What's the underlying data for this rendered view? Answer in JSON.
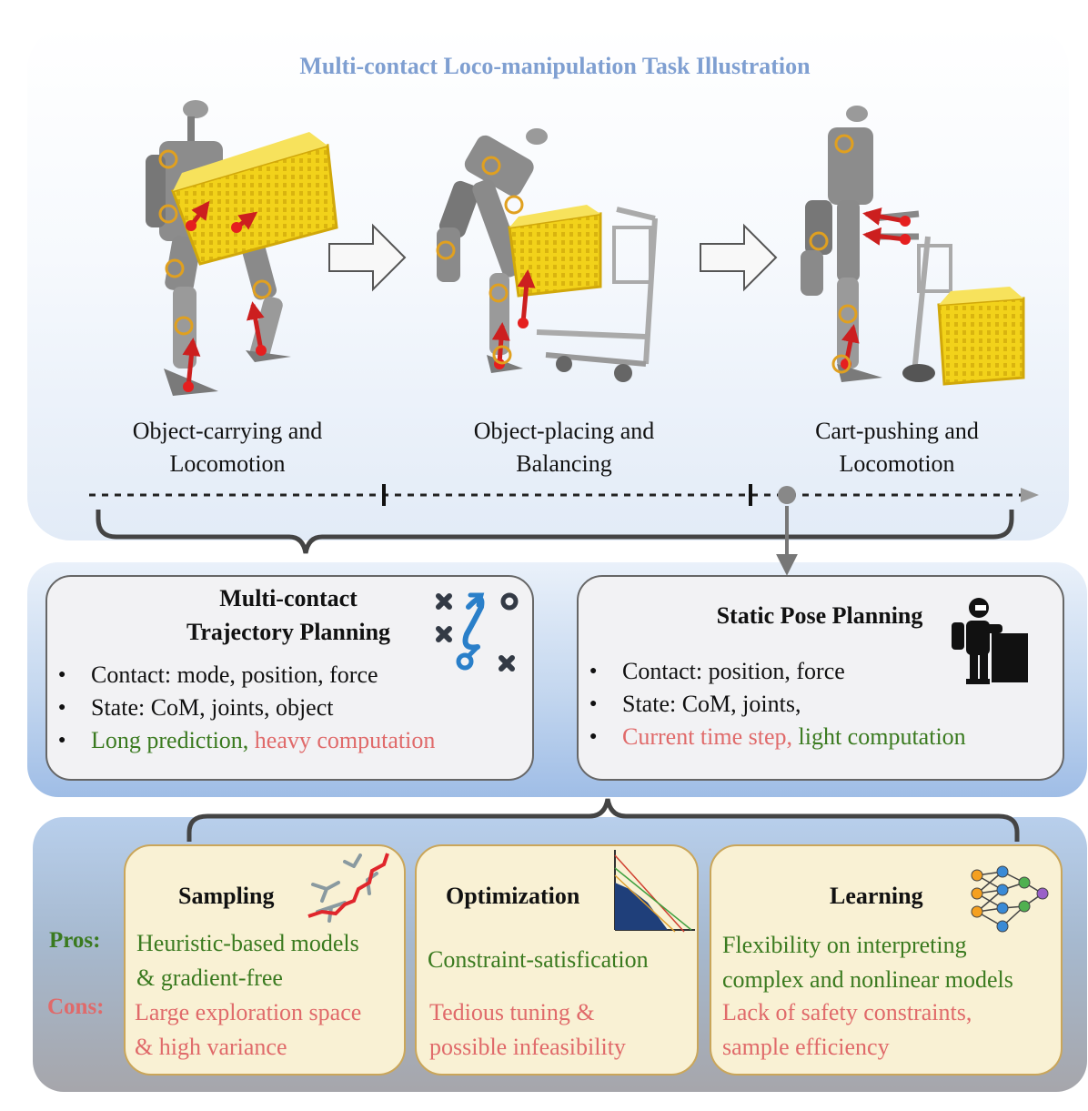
{
  "title": "Multi-contact Loco-manipulation Task Illustration",
  "phases": [
    {
      "line1": "Object-carrying and",
      "line2": "Locomotion"
    },
    {
      "line1": "Object-placing and",
      "line2": "Balancing"
    },
    {
      "line1": "Cart-pushing and",
      "line2": "Locomotion"
    }
  ],
  "trajectory_card": {
    "title_line1": "Multi-contact",
    "title_line2": "Trajectory Planning",
    "bullet1": "Contact: mode, position, force",
    "bullet2": "State: CoM, joints, object",
    "bullet3_green": "Long prediction, ",
    "bullet3_red": "heavy computation"
  },
  "static_card": {
    "title": "Static Pose Planning",
    "bullet1": "Contact: position, force",
    "bullet2": "State: CoM, joints,",
    "bullet3_red": "Current time step, ",
    "bullet3_green": "light computation"
  },
  "labels": {
    "pros": "Pros:",
    "cons": "Cons:"
  },
  "methods": [
    {
      "title": "Sampling",
      "pros1": "Heuristic-based models",
      "pros2": "& gradient-free",
      "cons1": "Large exploration space",
      "cons2": "& high variance"
    },
    {
      "title": "Optimization",
      "pros1": "Constraint-satisfication",
      "cons1": "Tedious tuning &",
      "cons2": "possible infeasibility"
    },
    {
      "title": "Learning",
      "pros1": "Flexibility on interpreting",
      "pros2": "complex and nonlinear models",
      "cons1": "Lack of safety constraints,",
      "cons2": "sample efficiency"
    }
  ],
  "colors": {
    "title_blue": "#7f9fd1",
    "pros_green": "#3a7a1f",
    "cons_red": "#e06a6a",
    "basket_yellow": "#f2d21a",
    "robot_gray": "#8c8c8c",
    "arrow_red": "#cc1f1f",
    "joint_orange": "#e0a020"
  }
}
